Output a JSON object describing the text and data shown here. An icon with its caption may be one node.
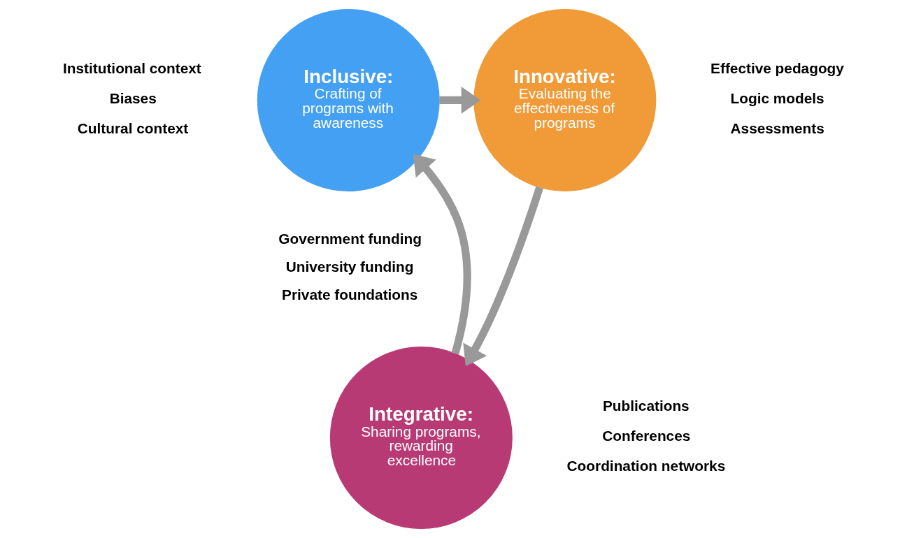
{
  "diagram": {
    "nodes": [
      {
        "text": [
          "Inclusive:",
          "Crafting of programs with awareness"
        ],
        "beside": [
          "Institutional context",
          "Biases",
          "Cultural context"
        ]
      },
      {
        "text": [
          "Innovative:",
          "Evaluating the effectiveness of programs"
        ],
        "beside": [
          "Effective pedagogy",
          "Logic models",
          "Assessments"
        ]
      },
      {
        "text": [
          "Integrative:",
          "Sharing programs, rewarding excellence"
        ],
        "beside": [
          "Publications",
          "Conferences",
          "Coordination networks"
        ]
      }
    ],
    "edges": [
      {
        "from": 0,
        "to": 1,
        "arrow": "to"
      },
      {
        "from": 1,
        "to": 2,
        "arrow": "to"
      },
      {
        "from": 2,
        "to": 0,
        "arrow": "to"
      }
    ],
    "labels": [
      "Government funding",
      "University funding",
      "Private foundations"
    ]
  }
}
